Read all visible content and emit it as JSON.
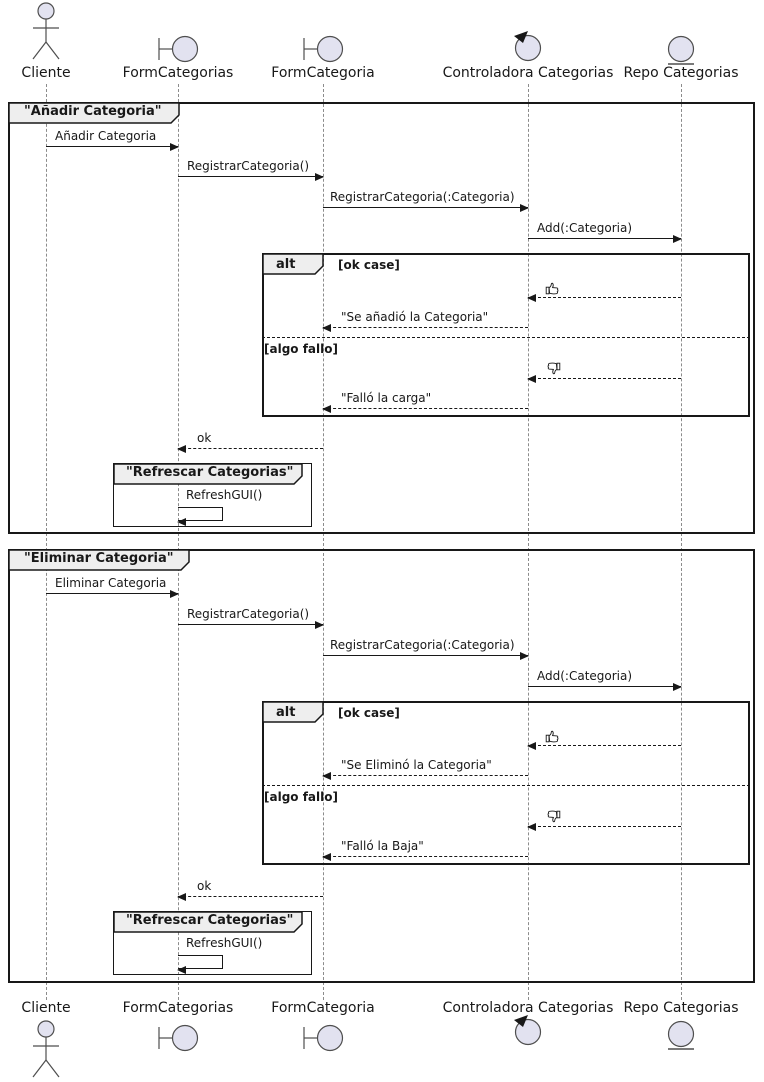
{
  "participants": [
    {
      "label": "Cliente",
      "type": "actor"
    },
    {
      "label": "FormCategorias",
      "type": "boundary"
    },
    {
      "label": "FormCategoria",
      "type": "boundary"
    },
    {
      "label": "Controladora Categorias",
      "type": "control"
    },
    {
      "label": "Repo Categorias",
      "type": "entity"
    }
  ],
  "frames": [
    {
      "title": "\"Añadir Categoria\"",
      "trigger": "Añadir Categoria",
      "call_form": "RegistrarCategoria()",
      "call_controller": "RegistrarCategoria(:Categoria)",
      "call_repo": "Add(:Categoria)",
      "alt": {
        "keyword": "alt",
        "guard_ok": "[ok case]",
        "guard_fail": "[algo fallo]",
        "reply_ok": "\"Se añadió la Categoria\"",
        "reply_fail": "\"Falló la carga\""
      },
      "reply": "ok",
      "group": {
        "title": "\"Refrescar Categorias\"",
        "self_call": "RefreshGUI()"
      }
    },
    {
      "title": "\"Eliminar Categoria\"",
      "trigger": "Eliminar Categoria",
      "call_form": "RegistrarCategoria()",
      "call_controller": "RegistrarCategoria(:Categoria)",
      "call_repo": "Add(:Categoria)",
      "alt": {
        "keyword": "alt",
        "guard_ok": "[ok case]",
        "guard_fail": "[algo fallo]",
        "reply_ok": "\"Se Eliminó la Categoria\"",
        "reply_fail": "\"Falló la Baja\""
      },
      "reply": "ok",
      "group": {
        "title": "\"Refrescar Categorias\"",
        "self_call": "RefreshGUI()"
      }
    }
  ],
  "icons": {
    "ok_result": "thumbs-up",
    "fail_result": "thumbs-down"
  },
  "colors": {
    "participant_fill": "#E2E2F0",
    "tab_fill": "#EEEEEE",
    "line": "#181818",
    "lifeline": "#8C8C8C"
  }
}
